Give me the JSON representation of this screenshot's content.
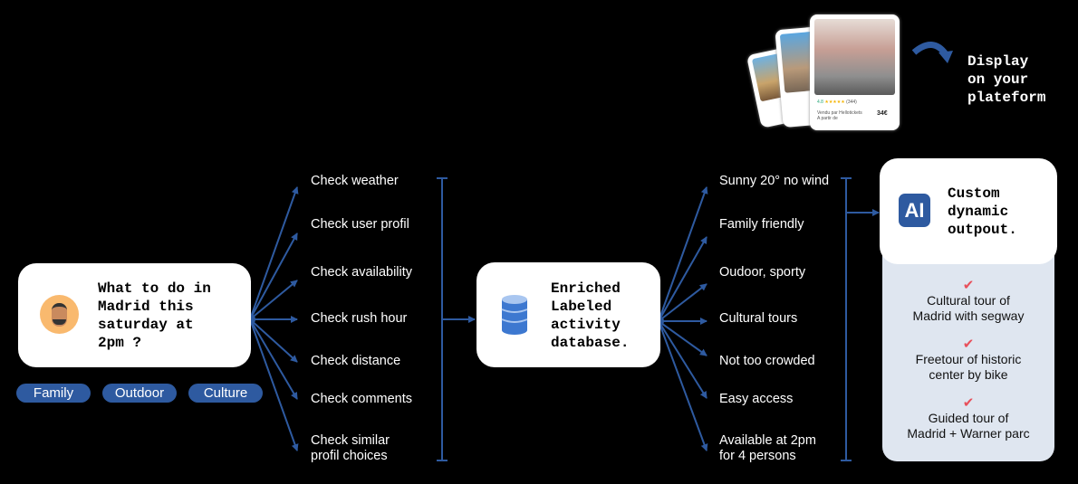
{
  "question": {
    "text": "What to do in\nMadrid this\nsaturday at\n2pm ?",
    "avatar": "memoji-avatar"
  },
  "tags": [
    "Family",
    "Outdoor",
    "Culture"
  ],
  "checks": [
    "Check weather",
    "Check user profil",
    "Check availability",
    "Check rush hour",
    "Check distance",
    "Check comments",
    "Check similar\nprofil choices"
  ],
  "database": {
    "text": "Enriched\nLabeled\nactivity\ndatabase.",
    "icon": "database-icon"
  },
  "labels": [
    "Sunny 20° no wind",
    "Family friendly",
    "Oudoor, sporty",
    "Cultural tours",
    "Not too crowded",
    "Easy access",
    "Available at 2pm\nfor 4 persons"
  ],
  "output": {
    "icon_text": "AI",
    "title": "Custom\ndynamic\noutpout.",
    "check_mark": "✔",
    "results": [
      "Cultural tour of\nMadrid with segway",
      "Freetour of historic\ncenter by bike",
      "Guided tour of\nMadrid + Warner parc"
    ]
  },
  "display": {
    "text": "Display\non your\nplateform",
    "card": {
      "rating": "4.8",
      "stars": "★★★★★",
      "reviews": "(344)",
      "seller": "Vendu par Hellotickets\nA partir de",
      "price": "34€"
    }
  },
  "colors": {
    "accent": "#2E5AA0",
    "panel": "#DFE6F0",
    "avatar_bg": "#F9B96E",
    "check": "#E8505B"
  }
}
